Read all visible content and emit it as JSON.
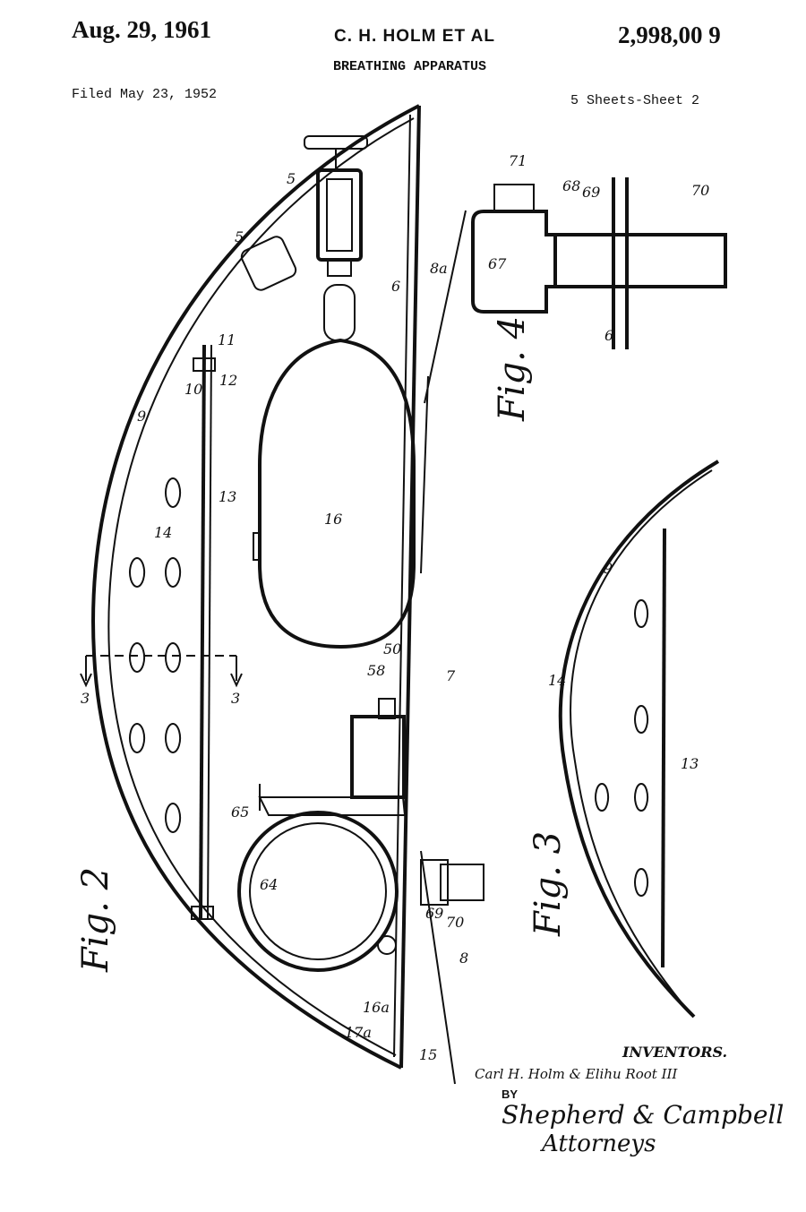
{
  "header": {
    "date": "Aug. 29, 1961",
    "inventor_short": "C. H. HOLM ET AL",
    "patent_number": "2,998,00 9",
    "title": "BREATHING APPARATUS",
    "filed": "Filed May 23, 1952",
    "sheets": "5 Sheets-Sheet 2"
  },
  "figures": {
    "fig2": "Fig. 2",
    "fig3": "Fig. 3",
    "fig4": "Fig. 4"
  },
  "ref_numerals": {
    "n5a": "5",
    "n5b": "5",
    "n6": "6",
    "n6b": "6",
    "n7": "7",
    "n8": "8",
    "n8a": "8a",
    "n9": "9",
    "n9b": "9",
    "n10": "10",
    "n11": "11",
    "n12": "12",
    "n13": "13",
    "n13b": "13",
    "n14": "14",
    "n14b": "14",
    "n15": "15",
    "n16": "16",
    "n16a": "16a",
    "n17a": "17a",
    "n50": "50",
    "n58": "58",
    "n64": "64",
    "n65": "65",
    "n67": "67",
    "n68": "68",
    "n69": "69",
    "n69b": "69",
    "n70": "70",
    "n70b": "70",
    "n71": "71",
    "sec3a": "3",
    "sec3b": "3"
  },
  "signature": {
    "heading": "INVENTORS.",
    "names": "Carl H. Holm & Elihu Root III",
    "by": "BY",
    "firm": "Shepherd & Campbell",
    "attorneys": "Attorneys"
  }
}
